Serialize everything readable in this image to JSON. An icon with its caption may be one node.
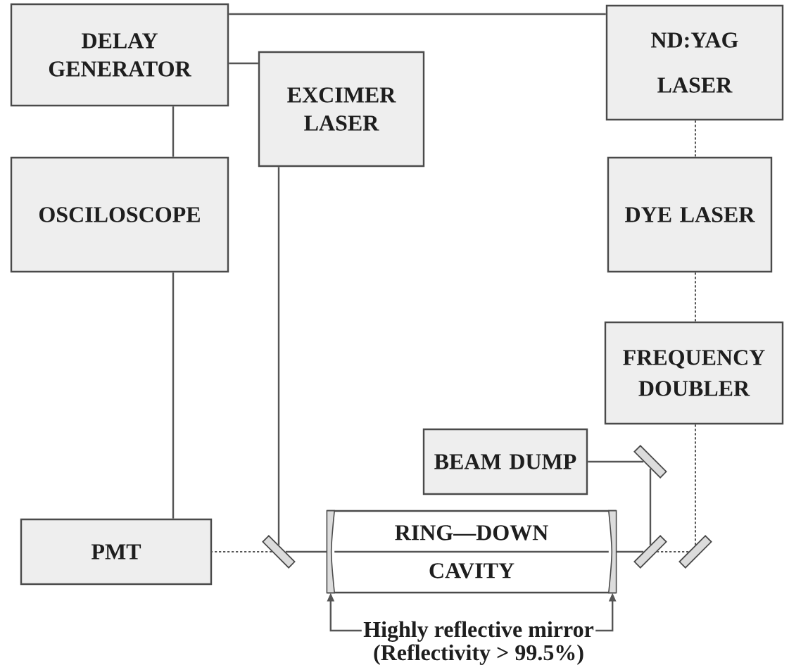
{
  "diagram": {
    "nodes": [
      {
        "text": [
          "DELAY GENERATOR"
        ]
      },
      {
        "text": [
          "EXCIMER LASER"
        ]
      },
      {
        "text": [
          "ND:YAG LASER"
        ]
      },
      {
        "text": [
          "OSCILOSCOPE"
        ]
      },
      {
        "text": [
          "DYE LASER"
        ]
      },
      {
        "text": [
          "FREQUENCY DOUBLER"
        ]
      },
      {
        "text": [
          "BEAM DUMP"
        ]
      },
      {
        "text": [
          "PMT"
        ]
      },
      {
        "text": [
          "RING—DOWN CAVITY"
        ]
      },
      {
        "text": [],
        "shape": "bar",
        "in": 8
      },
      {
        "text": [],
        "shape": "bar",
        "in": 8
      },
      {
        "text": [],
        "shape": "bar"
      },
      {
        "text": [],
        "shape": "bar"
      },
      {
        "text": [],
        "shape": "bar"
      },
      {
        "text": [],
        "shape": "bar"
      },
      {
        "text": [
          "Highly reflective mirror (Reflectivity > 99.5%)"
        ]
      }
    ],
    "edges": [
      {
        "from": 0,
        "to": 2,
        "arrow": "none"
      },
      {
        "from": 0,
        "to": 1,
        "arrow": "none"
      },
      {
        "from": 0,
        "to": 3,
        "arrow": "none"
      },
      {
        "from": 3,
        "to": 7,
        "arrow": "none"
      },
      {
        "from": 2,
        "to": 4,
        "arrow": "none",
        "style": "dashed"
      },
      {
        "from": 4,
        "to": 5,
        "arrow": "none",
        "style": "dashed"
      },
      {
        "from": 5,
        "to": 14,
        "arrow": "none",
        "style": "dashed"
      },
      {
        "from": 14,
        "to": 13,
        "arrow": "none",
        "style": "dashed"
      },
      {
        "from": 13,
        "to": 10,
        "arrow": "none"
      },
      {
        "from": 10,
        "to": 9,
        "arrow": "none"
      },
      {
        "from": 9,
        "to": 11,
        "arrow": "none"
      },
      {
        "from": 1,
        "to": 11,
        "arrow": "none"
      },
      {
        "from": 11,
        "to": 7,
        "arrow": "none",
        "style": "dashed"
      },
      {
        "from": 13,
        "to": 12,
        "arrow": "none"
      },
      {
        "from": 12,
        "to": 6,
        "arrow": "none"
      },
      {
        "from": 15,
        "to": 9,
        "arrow": "to"
      },
      {
        "from": 15,
        "to": 10,
        "arrow": "to"
      }
    ]
  }
}
